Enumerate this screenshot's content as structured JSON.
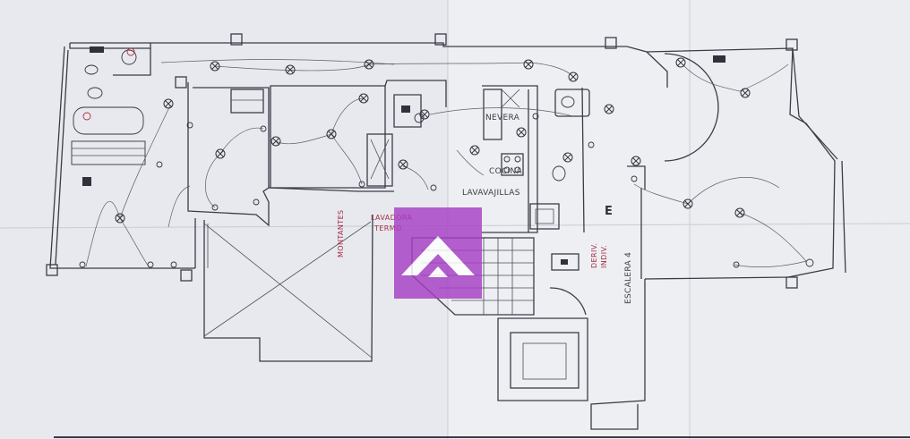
{
  "plan": {
    "labels": {
      "montantes": "MONTANTES",
      "lavadora": "LAVADORA",
      "termo": "TERMO",
      "nevera": "NEVERA",
      "cocina": "COCINA",
      "lavavajillas": "LAVAVAJILLAS",
      "escalera": "ESCALERA 4",
      "deriv_1": "DERIV.",
      "deriv_2": "INDIV.",
      "letter_e": "E"
    },
    "colors": {
      "paper": "#ecedf1",
      "ink": "#3a3d47",
      "red_ink": "#b8293c",
      "watermark": "#a63fc4"
    },
    "watermark_icon": "house-logo-icon"
  }
}
